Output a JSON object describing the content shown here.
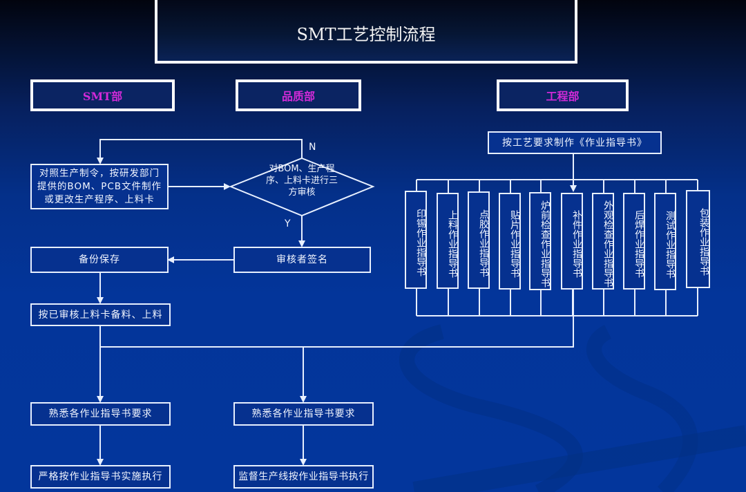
{
  "title": "SMT工艺控制流程",
  "departments": {
    "smt": "SMT部",
    "quality": "品质部",
    "engineering": "工程部"
  },
  "smt_flow": {
    "prepare_program": "对照生产制令，按研发部门提供的BOM、PCB文件制作或更改生产程序、上料卡",
    "backup": "备份保存",
    "load_materials": "按已审核上料卡备料、上料",
    "familiarize": "熟悉各作业指导书要求",
    "execute": "严格按作业指导书实施执行"
  },
  "quality_flow": {
    "review_decision": "对BOM、生产程序、上料卡进行三方审核",
    "no_label": "N",
    "yes_label": "Y",
    "signoff": "审核者签名",
    "familiarize": "熟悉各作业指导书要求",
    "supervise": "监督生产线按作业指导书执行"
  },
  "engineering_flow": {
    "make_instructions": "按工艺要求制作《作业指导书》",
    "instructions": [
      "印锡作业指导书",
      "上料作业指导书",
      "点胶作业指导书",
      "贴片作业指导书",
      "炉前检查作业指导书",
      "补件作业指导书",
      "外观检查作业指导书",
      "后焊作业指导书",
      "测试作业指导书",
      "包装作业指导书"
    ]
  },
  "colors": {
    "background": "#03369c",
    "department_text": "#d22ad8",
    "line": "#e8f0ff"
  }
}
